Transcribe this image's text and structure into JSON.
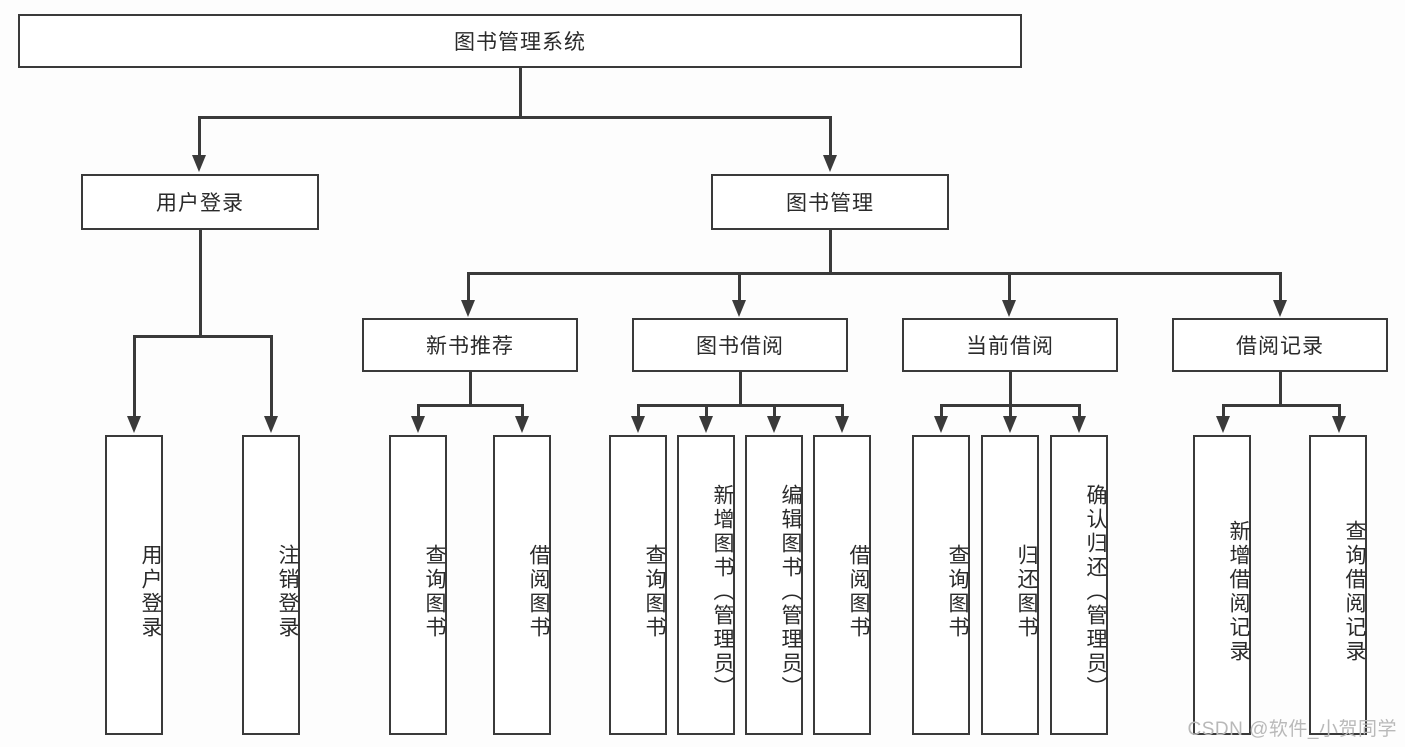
{
  "diagram": {
    "title": "图书管理系统",
    "type": "tree",
    "root": {
      "label": "图书管理系统"
    },
    "level1": [
      {
        "label": "用户登录"
      },
      {
        "label": "图书管理"
      }
    ],
    "level2": [
      {
        "label": "新书推荐"
      },
      {
        "label": "图书借阅"
      },
      {
        "label": "当前借阅"
      },
      {
        "label": "借阅记录"
      }
    ],
    "leaves": {
      "user_login": [
        {
          "label": "用户登录"
        },
        {
          "label": "注销登录"
        }
      ],
      "new_book_recommend": [
        {
          "label": "查询图书"
        },
        {
          "label": "借阅图书"
        }
      ],
      "book_borrow": [
        {
          "label": "查询图书"
        },
        {
          "label": "新增图书（管理员）"
        },
        {
          "label": "编辑图书（管理员）"
        },
        {
          "label": "借阅图书"
        }
      ],
      "current_borrow": [
        {
          "label": "查询图书"
        },
        {
          "label": "归还图书"
        },
        {
          "label": "确认归还（管理员）"
        }
      ],
      "borrow_record": [
        {
          "label": "新增借阅记录"
        },
        {
          "label": "查询借阅记录"
        }
      ]
    }
  },
  "watermark": {
    "text": "CSDN @软件_小贺同学"
  },
  "colors": {
    "stroke": "#3a3a3a",
    "box_fill": "#ffffff",
    "text": "#2a2a2a",
    "background": "#fdfdfd",
    "watermark": "#b9b9b9"
  }
}
